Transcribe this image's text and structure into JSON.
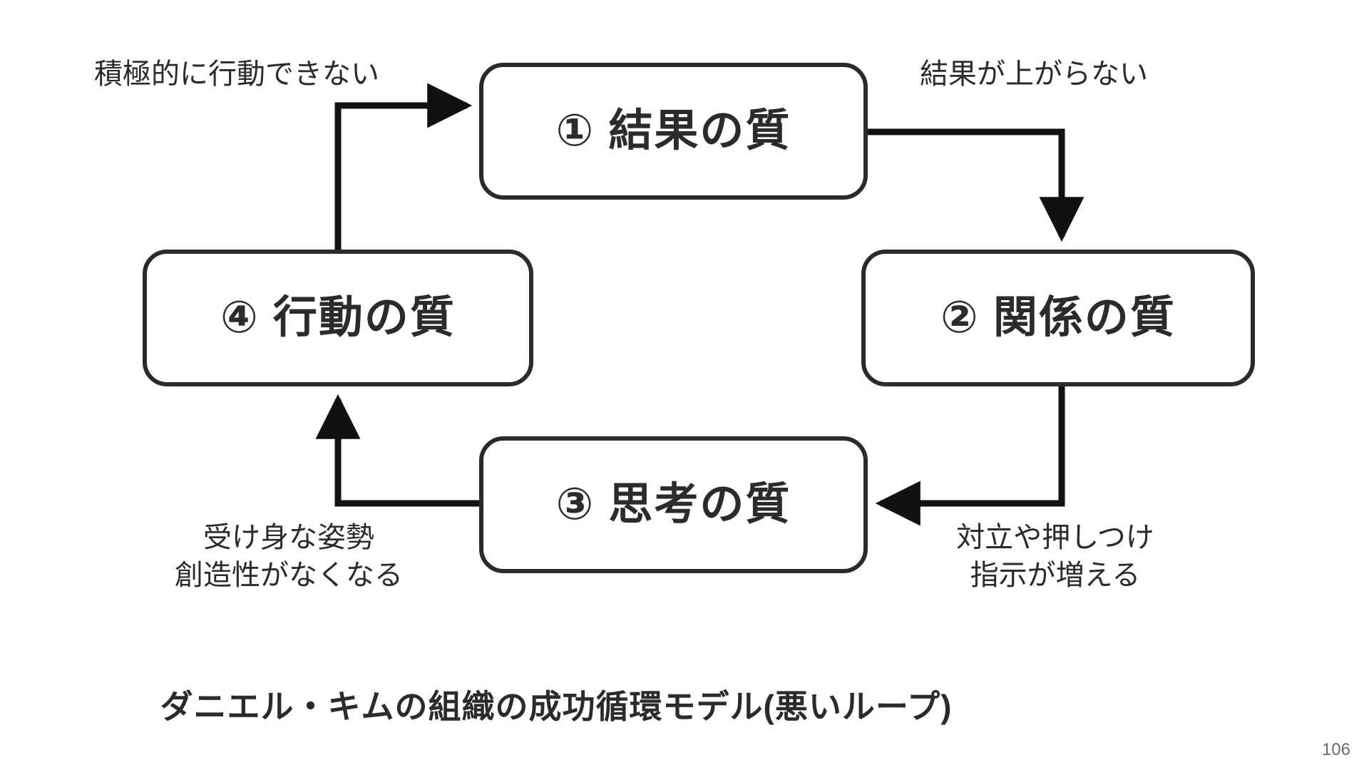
{
  "slide": {
    "caption": "ダニエル・キムの組織の成功循環モデル(悪いループ)",
    "page_number": "106",
    "background_color": "#ffffff",
    "stroke_color": "#2b2b2b",
    "text_color": "#2b2b2b"
  },
  "nodes": [
    {
      "id": "node-1",
      "marker": "①",
      "label": "① 結果の質",
      "quality": "結果の質",
      "order": 1
    },
    {
      "id": "node-2",
      "marker": "②",
      "label": "② 関係の質",
      "quality": "関係の質",
      "order": 2
    },
    {
      "id": "node-3",
      "marker": "③",
      "label": "③ 思考の質",
      "quality": "思考の質",
      "order": 3
    },
    {
      "id": "node-4",
      "marker": "④",
      "label": "④ 行動の質",
      "quality": "行動の質",
      "order": 4
    }
  ],
  "edges": [
    {
      "id": "edge-1-to-2",
      "from": "node-1",
      "to": "node-2",
      "label_lines": [
        "結果が上がらない"
      ],
      "direction": "down"
    },
    {
      "id": "edge-2-to-3",
      "from": "node-2",
      "to": "node-3",
      "label_lines": [
        "対立や押しつけ",
        "指示が増える"
      ],
      "direction": "left"
    },
    {
      "id": "edge-3-to-4",
      "from": "node-3",
      "to": "node-4",
      "label_lines": [
        "受け身な姿勢",
        "創造性がなくなる"
      ],
      "direction": "up"
    },
    {
      "id": "edge-4-to-1",
      "from": "node-4",
      "to": "node-1",
      "label_lines": [
        "積極的に行動できない"
      ],
      "direction": "right"
    }
  ],
  "labels": {
    "top_left": "積極的に行動できない",
    "top_right": "結果が上がらない",
    "bottom_left_line1": "受け身な姿勢",
    "bottom_left_line2": "創造性がなくなる",
    "bottom_right_line1": "対立や押しつけ",
    "bottom_right_line2": "指示が増える"
  }
}
